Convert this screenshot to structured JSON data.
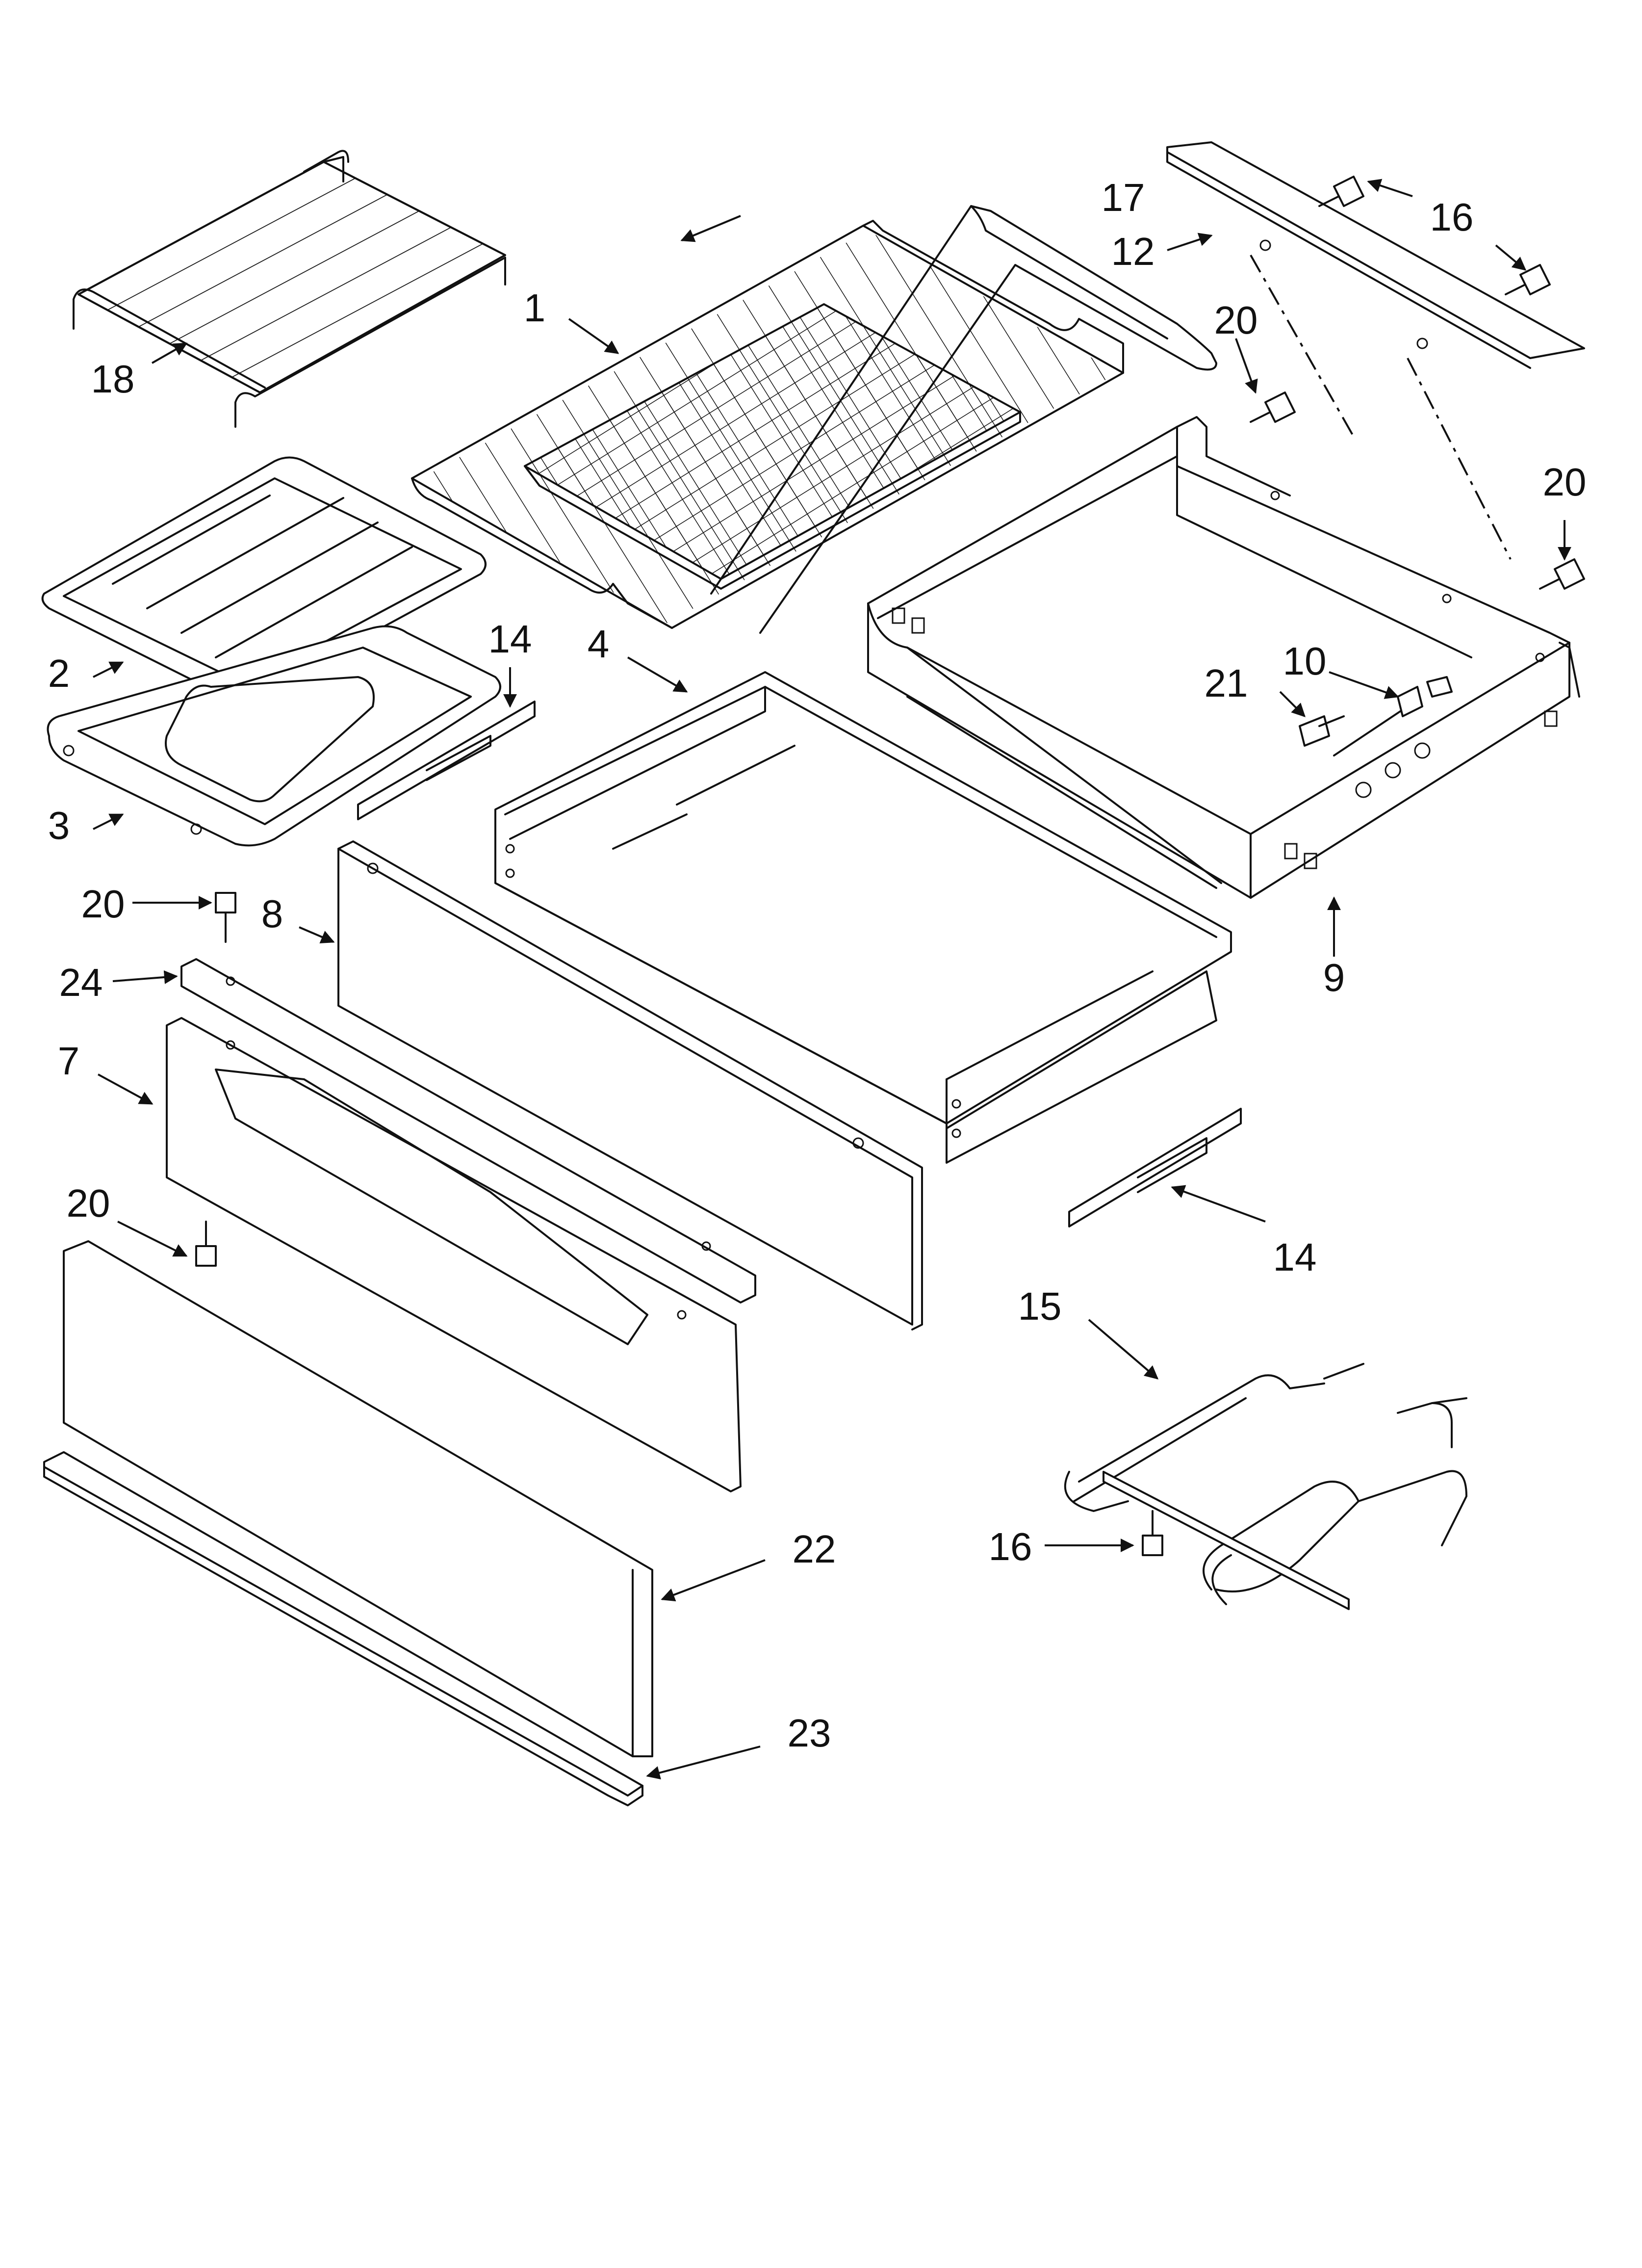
{
  "callouts": [
    {
      "id": "c1",
      "label": "1"
    },
    {
      "id": "c2",
      "label": "2"
    },
    {
      "id": "c3",
      "label": "3"
    },
    {
      "id": "c4",
      "label": "4"
    },
    {
      "id": "c7",
      "label": "7"
    },
    {
      "id": "c8",
      "label": "8"
    },
    {
      "id": "c9",
      "label": "9"
    },
    {
      "id": "c10",
      "label": "10"
    },
    {
      "id": "c12",
      "label": "12"
    },
    {
      "id": "c14a",
      "label": "14"
    },
    {
      "id": "c14b",
      "label": "14"
    },
    {
      "id": "c15",
      "label": "15"
    },
    {
      "id": "c16a",
      "label": "16"
    },
    {
      "id": "c16b",
      "label": "16"
    },
    {
      "id": "c17",
      "label": "17"
    },
    {
      "id": "c18",
      "label": "18"
    },
    {
      "id": "c20a",
      "label": "20"
    },
    {
      "id": "c20b",
      "label": "20"
    },
    {
      "id": "c20c",
      "label": "20"
    },
    {
      "id": "c20d",
      "label": "20"
    },
    {
      "id": "c21",
      "label": "21"
    },
    {
      "id": "c22",
      "label": "22"
    },
    {
      "id": "c23",
      "label": "23"
    },
    {
      "id": "c24",
      "label": "24"
    }
  ]
}
